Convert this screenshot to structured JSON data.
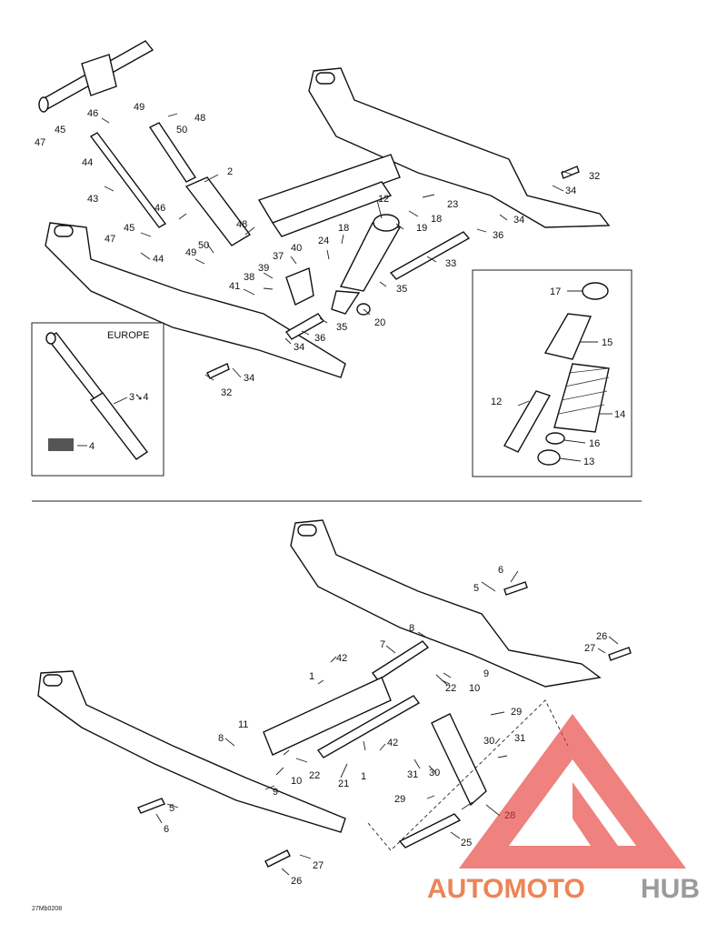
{
  "inset_europe": {
    "title": "EUROPE",
    "label_34": "3➘4",
    "label_4": "4"
  },
  "inset_spring": {
    "labels": [
      "17",
      "15",
      "12",
      "14",
      "16",
      "13"
    ]
  },
  "top_labels": {
    "l2": "2",
    "l12": "12",
    "l18": "18",
    "l19": "19",
    "l20": "20",
    "l23": "23",
    "l24": "24",
    "l32a": "32",
    "l32b": "32",
    "l33": "33",
    "l34a": "34",
    "l34b": "34",
    "l34c": "34",
    "l34d": "34",
    "l35a": "35",
    "l35b": "35",
    "l36a": "36",
    "l36b": "36",
    "l37": "37",
    "l38": "38",
    "l39": "39",
    "l40": "40",
    "l41": "41",
    "l43": "43",
    "l44a": "44",
    "l44b": "44",
    "l45a": "45",
    "l45b": "45",
    "l46a": "46",
    "l46b": "46",
    "l47a": "47",
    "l47b": "47",
    "l48a": "48",
    "l48b": "48",
    "l49a": "49",
    "l49b": "49",
    "l50a": "50",
    "l50b": "50"
  },
  "bottom_labels": {
    "l1a": "1",
    "l1b": "1",
    "l5a": "5",
    "l5b": "5",
    "l6a": "6",
    "l6b": "6",
    "l7": "7",
    "l8a": "8",
    "l8b": "8",
    "l9a": "9",
    "l9b": "9",
    "l10a": "10",
    "l10b": "10",
    "l11": "11",
    "l21": "21",
    "l22a": "22",
    "l22b": "22",
    "l25": "25",
    "l26a": "26",
    "l26b": "26",
    "l27a": "27",
    "l27b": "27",
    "l28": "28",
    "l29a": "29",
    "l29b": "29",
    "l30a": "30",
    "l30b": "30",
    "l31a": "31",
    "l31b": "31",
    "l42a": "42",
    "l42b": "42"
  },
  "footer": {
    "drawing_code": "27Mb0208"
  },
  "watermark": {
    "part1": "AUTOMOTO",
    "part2": "HUB",
    "color_main": "#e8703a",
    "color_alt": "#8a8a8a",
    "triangle_color": "#e53935"
  }
}
